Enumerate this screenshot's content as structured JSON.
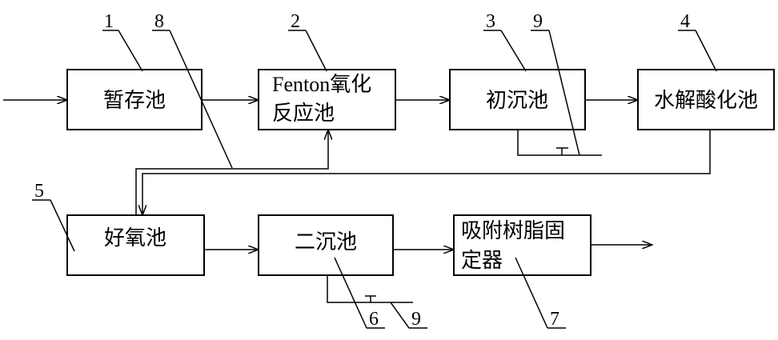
{
  "units": {
    "storage_tank": {
      "label": "暂存池",
      "number": "1"
    },
    "fenton_tank": {
      "label_line1": "Fenton氧化",
      "label_line2": "反应池",
      "number": "2"
    },
    "primary_sedimentation": {
      "label": "初沉池",
      "number": "3"
    },
    "hydrolysis_acidification": {
      "label": "水解酸化池",
      "number": "4"
    },
    "aerobic_tank": {
      "label": "好氧池",
      "number": "5"
    },
    "secondary_sedimentation": {
      "label": "二沉池",
      "number": "6"
    },
    "resin_fixer": {
      "label_line1": "吸附树脂固",
      "label_line2": "定器",
      "number": "7"
    }
  },
  "pipes": {
    "return_pipe": {
      "number": "8"
    },
    "sludge_outlet_primary": {
      "number": "9"
    },
    "sludge_outlet_secondary": {
      "number": "9"
    }
  }
}
